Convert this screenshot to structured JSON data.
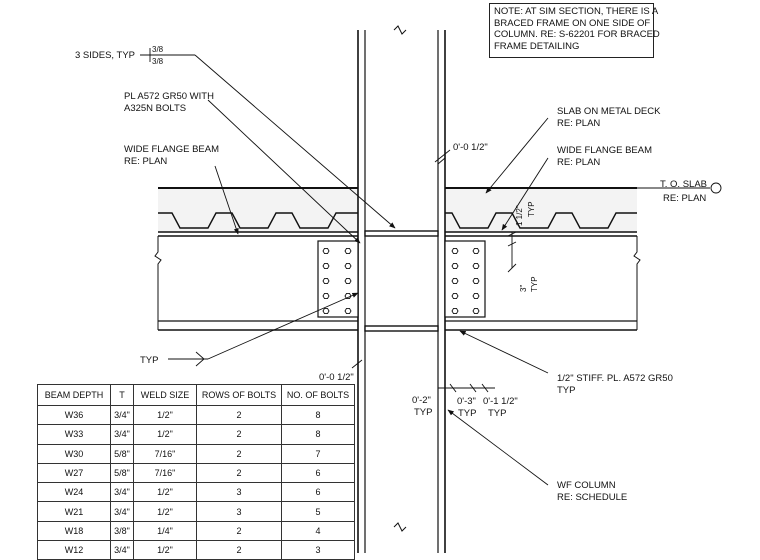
{
  "note": {
    "lines": [
      "NOTE: AT SIM SECTION, THERE IS A",
      "BRACED FRAME ON ONE SIDE OF",
      "COLUMN. RE: S-62201 FOR BRACED",
      "FRAME DETAILING"
    ]
  },
  "callouts": {
    "weld_sides": "3 SIDES, TYP",
    "weld_top": "3/8",
    "weld_bottom": "3/8",
    "plate_line1": "PL A572 GR50 WITH",
    "plate_line2": "A325N BOLTS",
    "wf_beam_left_line1": "WIDE FLANGE BEAM",
    "wf_beam_left_line2": "RE: PLAN",
    "slab_line1": "SLAB ON METAL DECK",
    "slab_line2": "RE: PLAN",
    "wf_beam_right_line1": "WIDE FLANGE BEAM",
    "wf_beam_right_line2": "RE: PLAN",
    "tos_line1": "T. O. SLAB",
    "tos_line2": "RE: PLAN",
    "dim_top": "0'-0 1/2\"",
    "dim_one_half": "1 1/2\"",
    "typ": "TYP",
    "dim_three": "3\"",
    "typ_left": "TYP",
    "dim_bottom": "0'-0 1/2\"",
    "stiff_line1": "1/2\" STIFF. PL. A572 GR50",
    "stiff_line2": "TYP",
    "dim_two": "0'-2\"",
    "dim_three_ft": "0'-3\"",
    "dim_one_half_ft": "0'-1 1/2\"",
    "wf_col_line1": "WF COLUMN",
    "wf_col_line2": "RE: SCHEDULE"
  },
  "schedule": {
    "headers": [
      "BEAM DEPTH",
      "T",
      "WELD SIZE",
      "ROWS OF BOLTS",
      "NO. OF BOLTS"
    ],
    "rows": [
      [
        "W36",
        "3/4\"",
        "1/2\"",
        "2",
        "8"
      ],
      [
        "W33",
        "3/4\"",
        "1/2\"",
        "2",
        "8"
      ],
      [
        "W30",
        "5/8\"",
        "7/16\"",
        "2",
        "7"
      ],
      [
        "W27",
        "5/8\"",
        "7/16\"",
        "2",
        "6"
      ],
      [
        "W24",
        "3/4\"",
        "1/2\"",
        "3",
        "6"
      ],
      [
        "W21",
        "3/4\"",
        "1/2\"",
        "3",
        "5"
      ],
      [
        "W18",
        "3/8\"",
        "1/4\"",
        "2",
        "4"
      ],
      [
        "W12",
        "3/4\"",
        "1/2\"",
        "2",
        "3"
      ]
    ]
  }
}
